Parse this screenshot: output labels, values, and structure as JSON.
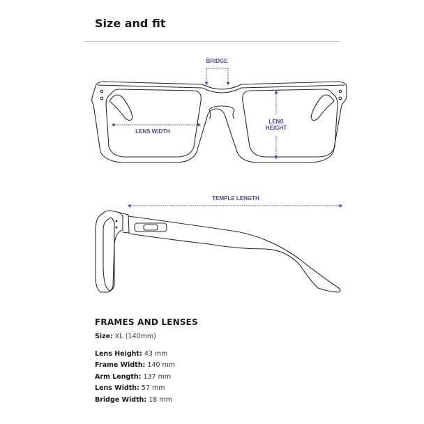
{
  "header": {
    "title": "Size and fit"
  },
  "diagram": {
    "front_view": {
      "labels": {
        "bridge": "BRIDGE",
        "lens_width": "LENS WIDTH",
        "lens_height_line1": "LENS",
        "lens_height_line2": "HEIGHT"
      }
    },
    "side_view": {
      "labels": {
        "temple_length": "TEMPLE LENGTH"
      }
    },
    "colors": {
      "outline": "#2a2a2a",
      "dimension": "#4b4aa3"
    }
  },
  "specs": {
    "section_title": "FRAMES AND LENSES",
    "size": {
      "label": "Size:",
      "value": "XL (140mm)"
    },
    "items": [
      {
        "label": "Lens Height:",
        "value": "43 mm"
      },
      {
        "label": "Frame Width:",
        "value": "140 mm"
      },
      {
        "label": "Arm Length:",
        "value": "137 mm"
      },
      {
        "label": "Lens Width:",
        "value": "57 mm"
      },
      {
        "label": "Bridge Width:",
        "value": "18 mm"
      }
    ]
  }
}
